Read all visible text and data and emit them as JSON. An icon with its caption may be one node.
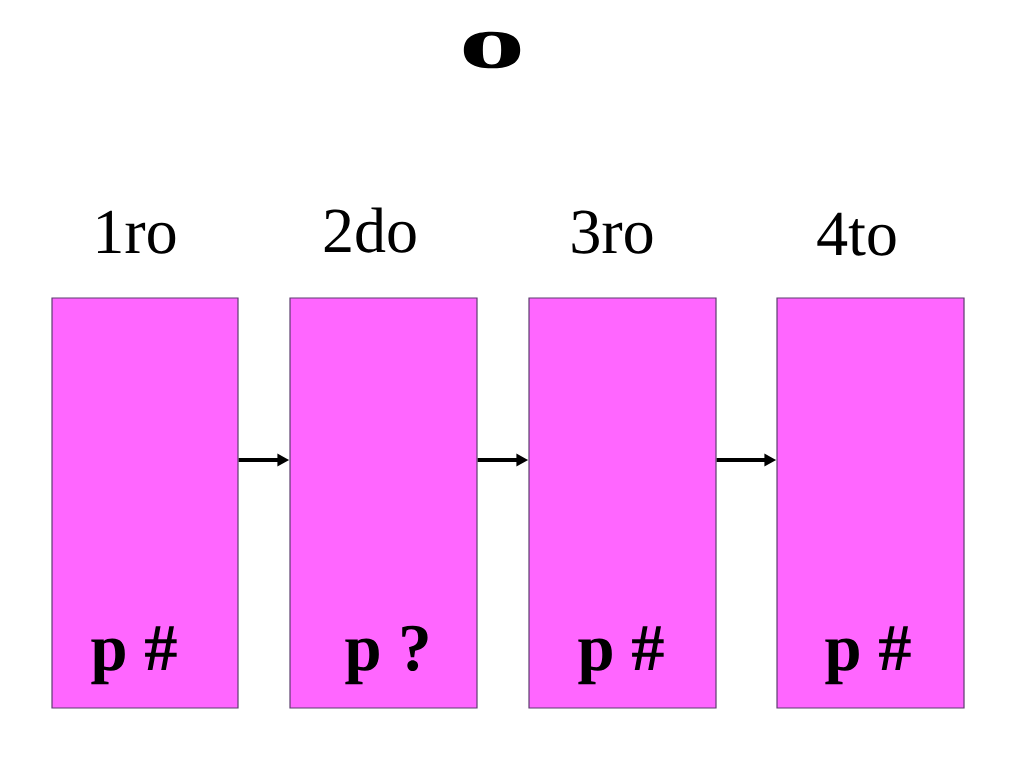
{
  "diagram": {
    "title": "o",
    "nodes": [
      {
        "text": [
          "1ro",
          "p #"
        ]
      },
      {
        "text": [
          "2do",
          "p ?"
        ]
      },
      {
        "text": [
          "3ro",
          "p #"
        ]
      },
      {
        "text": [
          "4to",
          "p #"
        ]
      }
    ],
    "edges": [
      {
        "from": 0,
        "to": 1,
        "arrow": "to"
      },
      {
        "from": 1,
        "to": 2,
        "arrow": "to"
      },
      {
        "from": 2,
        "to": 3,
        "arrow": "to"
      }
    ]
  }
}
